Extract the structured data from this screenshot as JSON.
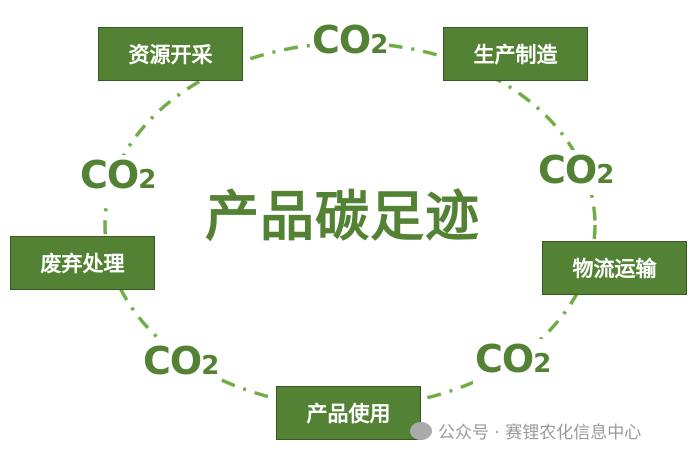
{
  "title": "产品碳足迹",
  "stages": {
    "resource": "资源开采",
    "production": "生产制造",
    "logistics": "物流运输",
    "usage": "产品使用",
    "disposal": "废弃处理"
  },
  "co2": {
    "main": "CO",
    "sub": "2"
  },
  "watermark": "公众号 · 赛锂农化信息中心",
  "colors": {
    "green": "#548235",
    "border": "#385723"
  }
}
